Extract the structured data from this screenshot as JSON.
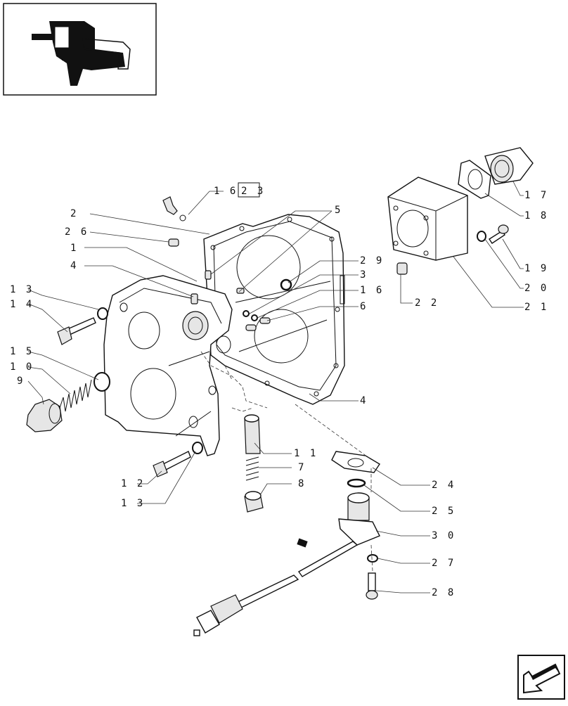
{
  "title": "",
  "callouts": [
    {
      "id": "c16",
      "label": "1 6"
    },
    {
      "id": "c23",
      "label": "2 3"
    },
    {
      "id": "c2",
      "label": "2"
    },
    {
      "id": "c26",
      "label": "2 6"
    },
    {
      "id": "c1",
      "label": "1"
    },
    {
      "id": "c4a",
      "label": "4"
    },
    {
      "id": "c5",
      "label": "5"
    },
    {
      "id": "c29",
      "label": "2 9"
    },
    {
      "id": "c3",
      "label": "3"
    },
    {
      "id": "c16b",
      "label": "1 6"
    },
    {
      "id": "c6",
      "label": "6"
    },
    {
      "id": "c13a",
      "label": "1 3"
    },
    {
      "id": "c14",
      "label": "1 4"
    },
    {
      "id": "c15",
      "label": "1 5"
    },
    {
      "id": "c10",
      "label": "1 0"
    },
    {
      "id": "c9",
      "label": "9"
    },
    {
      "id": "c4b",
      "label": "4"
    },
    {
      "id": "c11",
      "label": "1 1"
    },
    {
      "id": "c7",
      "label": "7"
    },
    {
      "id": "c8",
      "label": "8"
    },
    {
      "id": "c12",
      "label": "1 2"
    },
    {
      "id": "c13b",
      "label": "1 3"
    },
    {
      "id": "c24",
      "label": "2 4"
    },
    {
      "id": "c25",
      "label": "2 5"
    },
    {
      "id": "c30",
      "label": "3 0"
    },
    {
      "id": "c27",
      "label": "2 7"
    },
    {
      "id": "c28",
      "label": "2 8"
    },
    {
      "id": "c17",
      "label": "1 7"
    },
    {
      "id": "c18",
      "label": "1 8"
    },
    {
      "id": "c19",
      "label": "1 9"
    },
    {
      "id": "c20",
      "label": "2 0"
    },
    {
      "id": "c21",
      "label": "2 1"
    },
    {
      "id": "c22",
      "label": "2 2"
    }
  ],
  "thumbnail": {
    "icon": "assembly-location-thumbnail"
  },
  "navigation": {
    "icon": "previous-page-arrow-icon"
  }
}
